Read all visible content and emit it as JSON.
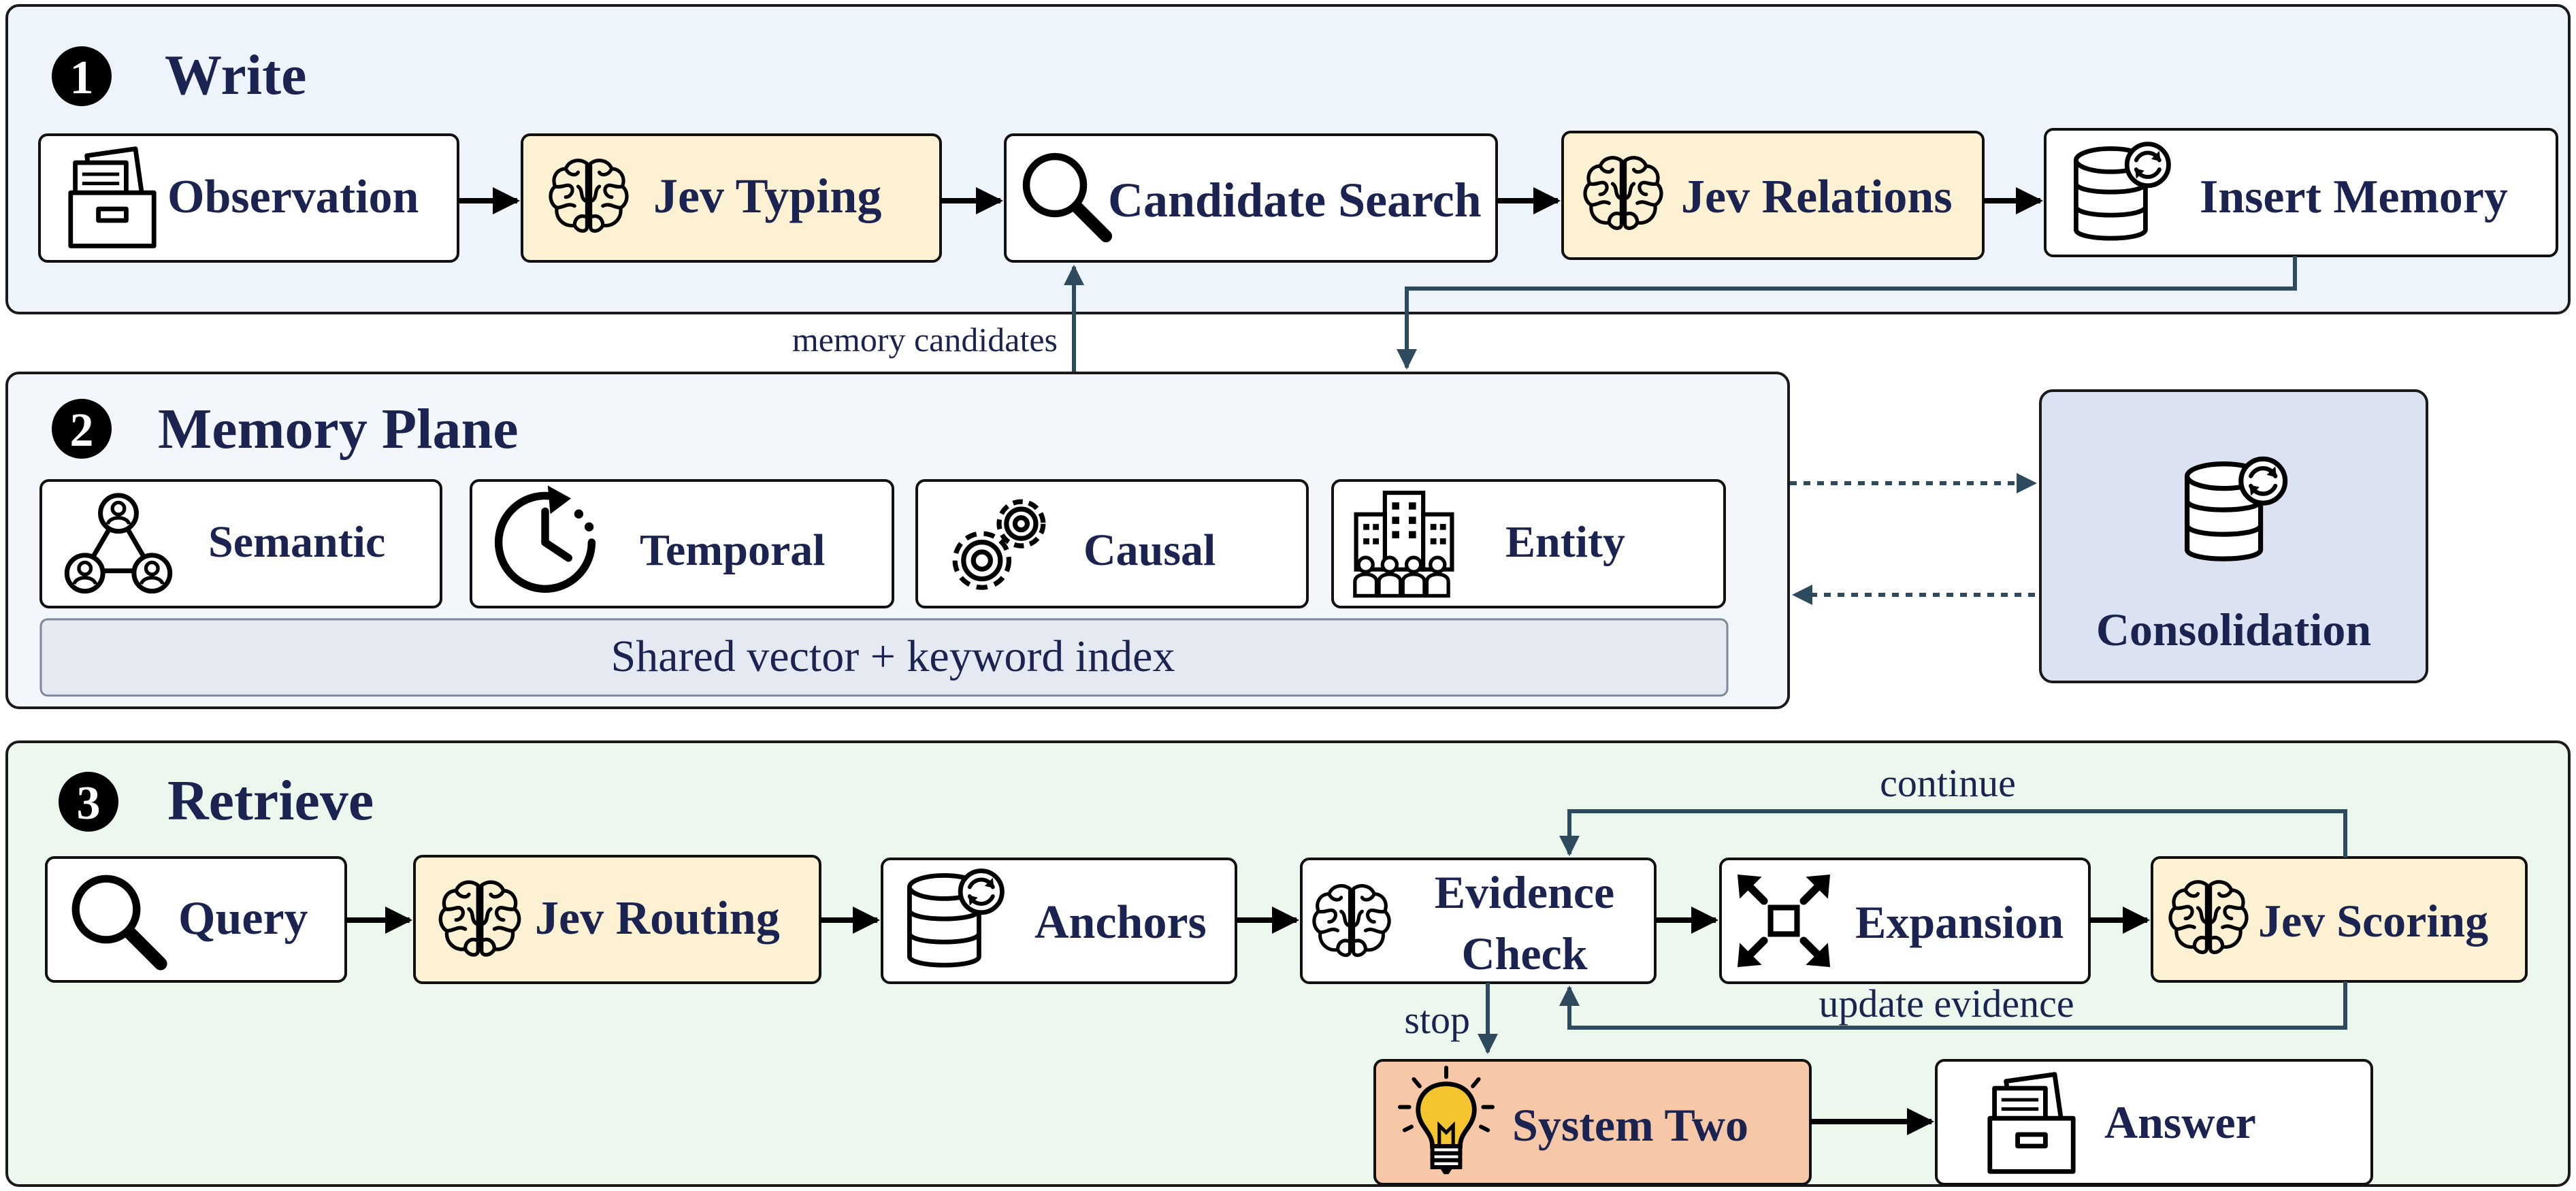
{
  "colors": {
    "navy": "#1b2450",
    "write_panel_bg": "#eef4fc",
    "memory_panel_bg": "#f3f6fa",
    "retrieve_panel_bg": "#ecf8ee",
    "jev_box_bg": "#fdf1d4",
    "system_two_bg": "#f6c8a8",
    "consolidation_bg": "#dbe3f2",
    "index_bar_bg": "#e5eaf2",
    "connector": "#2e4a5e"
  },
  "write": {
    "number": "1",
    "title": "Write",
    "steps": [
      {
        "label": "Observation",
        "icon": "file-box-icon"
      },
      {
        "label": "Jev Typing",
        "icon": "brain-icon"
      },
      {
        "label": "Candidate Search",
        "icon": "magnifier-icon"
      },
      {
        "label": "Jev Relations",
        "icon": "brain-icon"
      },
      {
        "label": "Insert Memory",
        "icon": "database-sync-icon"
      }
    ],
    "feedback_label": "memory candidates"
  },
  "memory_plane": {
    "number": "2",
    "title": "Memory Plane",
    "stores": [
      {
        "label": "Semantic",
        "icon": "network-users-icon"
      },
      {
        "label": "Temporal",
        "icon": "clock-refresh-icon"
      },
      {
        "label": "Causal",
        "icon": "gears-icon"
      },
      {
        "label": "Entity",
        "icon": "building-people-icon"
      }
    ],
    "index_label": "Shared vector + keyword index",
    "consolidation": {
      "label": "Consolidation",
      "icon": "database-sync-icon"
    }
  },
  "retrieve": {
    "number": "3",
    "title": "Retrieve",
    "steps": [
      {
        "label": "Query",
        "icon": "magnifier-icon"
      },
      {
        "label": "Jev Routing",
        "icon": "brain-icon"
      },
      {
        "label": "Anchors",
        "icon": "database-sync-icon"
      },
      {
        "label_line1": "Evidence",
        "label_line2": "Check",
        "icon": "brain-icon"
      },
      {
        "label": "Expansion",
        "icon": "expand-arrows-icon"
      },
      {
        "label": "Jev Scoring",
        "icon": "brain-icon"
      }
    ],
    "continue_label": "continue",
    "update_label": "update evidence",
    "stop_label": "stop",
    "system_two": {
      "label": "System Two",
      "icon": "lightbulb-icon"
    },
    "answer": {
      "label": "Answer",
      "icon": "file-box-icon"
    }
  }
}
